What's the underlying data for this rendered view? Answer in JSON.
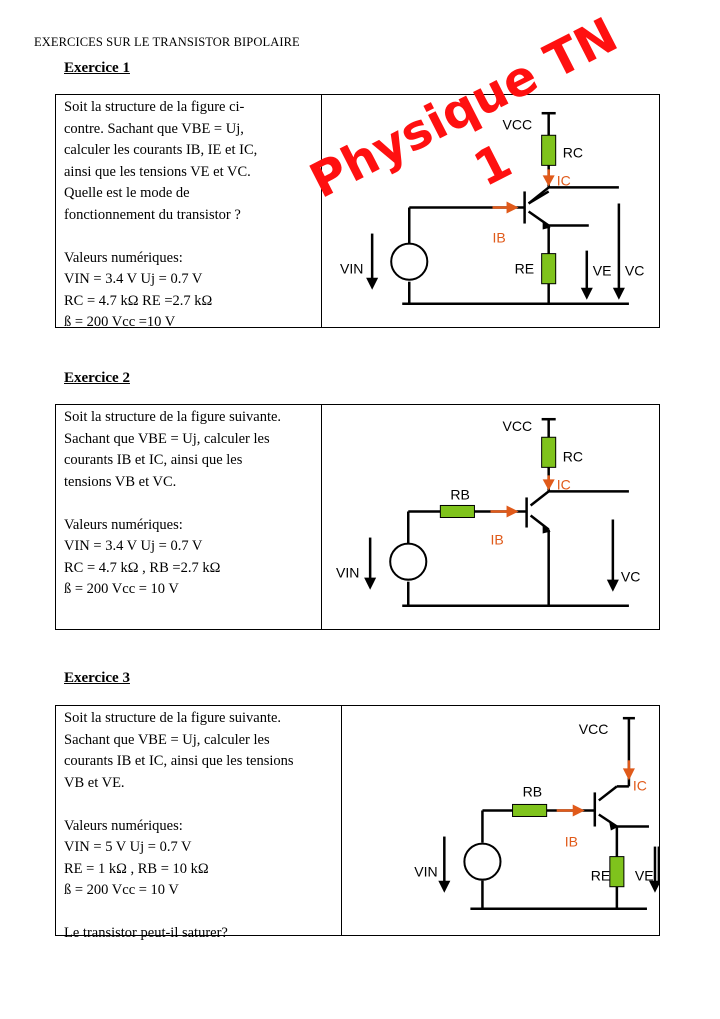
{
  "header": {
    "title": "EXERCICES SUR LE TRANSISTOR BIPOLAIRE"
  },
  "watermark": {
    "line1": "Physique TN",
    "line2": "1"
  },
  "exercises": [
    {
      "title": "Exercice 1",
      "lines": [
        "Soit la structure de la figure ci-",
        "contre. Sachant que VBE = Uj,",
        "calculer les courants IB, IE et IC,",
        "ainsi que les tensions VE et VC.",
        "Quelle est le mode de",
        "fonctionnement du transistor ?"
      ],
      "values_title": "Valeurs numériques:",
      "values": [
        "VIN = 3.4 V   Uj = 0.7 V",
        "RC = 4.7 kΩ  RE =2.7 kΩ",
        "ß = 200     Vcc =10 V"
      ],
      "figure": {
        "vcc": "VCC",
        "rc": "RC",
        "ic": "IC",
        "ib": "IB",
        "re": "RE",
        "vin": "VIN",
        "ve": "VE",
        "vc": "VC"
      }
    },
    {
      "title": "Exercice 2",
      "lines": [
        "Soit la structure de la figure suivante.",
        "Sachant que VBE = Uj, calculer les",
        "courants IB et IC, ainsi que les",
        "tensions VB et VC."
      ],
      "values_title": "Valeurs numériques:",
      "values": [
        "VIN = 3.4 V    Uj = 0.7 V",
        "RC = 4.7 kΩ , RB =2.7 kΩ",
        "ß = 200       Vcc = 10 V"
      ],
      "figure": {
        "vcc": "VCC",
        "rc": "RC",
        "rb": "RB",
        "ic": "IC",
        "ib": "IB",
        "vin": "VIN",
        "vc": "VC"
      }
    },
    {
      "title": "Exercice 3",
      "lines": [
        "Soit la structure de la figure suivante.",
        "Sachant que VBE = Uj, calculer les",
        "courants IB et IC, ainsi que les tensions",
        "VB et VE."
      ],
      "values_title": "Valeurs numériques:",
      "values": [
        "VIN = 5 V     Uj = 0.7 V",
        "RE = 1 kΩ , RB = 10 kΩ",
        "ß = 200       Vcc = 10 V"
      ],
      "footer": "Le transistor peut-il saturer?",
      "figure": {
        "vcc": "VCC",
        "rb": "RB",
        "ic": "IC",
        "ib": "IB",
        "re": "RE",
        "vin": "VIN",
        "ve": "VE"
      }
    }
  ],
  "colors": {
    "resistor": "#7fc31c",
    "arrow": "#e05a1a",
    "watermark": "#ff1010"
  }
}
